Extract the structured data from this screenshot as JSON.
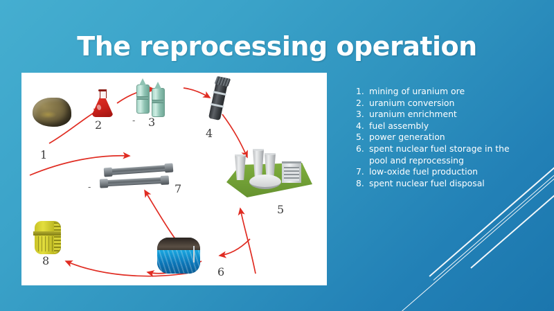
{
  "slide": {
    "title": "The reprocessing operation",
    "background_top_color": "#45aed0",
    "background_bottom_color": "#1b76ad",
    "panel_background": "#ffffff",
    "accent_arrow_color": "#e02c22",
    "text_color": "#ffffff"
  },
  "list": {
    "items": [
      {
        "num": "1.",
        "text": "mining of uranium ore"
      },
      {
        "num": "2.",
        "text": "uranium conversion"
      },
      {
        "num": "3.",
        "text": "uranium enrichment"
      },
      {
        "num": "4.",
        "text": " fuel assembly"
      },
      {
        "num": "5.",
        "text": "power generation"
      },
      {
        "num": "6.",
        "text": "spent nuclear fuel storage in the pool and reprocessing"
      },
      {
        "num": "7.",
        "text": "low-oxide fuel production"
      },
      {
        "num": "8.",
        "text": "spent nuclear fuel disposal"
      }
    ]
  },
  "diagram": {
    "nodes": [
      {
        "id": "ore",
        "label": "1",
        "icon": "uranium-ore-rock"
      },
      {
        "id": "flask",
        "label": "2",
        "icon": "conversion-flask"
      },
      {
        "id": "cylinders",
        "label": "3",
        "icon": "enrichment-centrifuges"
      },
      {
        "id": "assembly",
        "label": "4",
        "icon": "fuel-assembly"
      },
      {
        "id": "plant",
        "label": "5",
        "icon": "nuclear-power-plant"
      },
      {
        "id": "pool",
        "label": "6",
        "icon": "spent-fuel-pool"
      },
      {
        "id": "rods",
        "label": "7",
        "icon": "fuel-rods"
      },
      {
        "id": "cask",
        "label": "8",
        "icon": "disposal-cask"
      }
    ],
    "marks": [
      {
        "id": "mark-a",
        "text": "-"
      },
      {
        "id": "mark-b",
        "text": "-"
      },
      {
        "id": "mark-c",
        "text": "-"
      }
    ]
  }
}
